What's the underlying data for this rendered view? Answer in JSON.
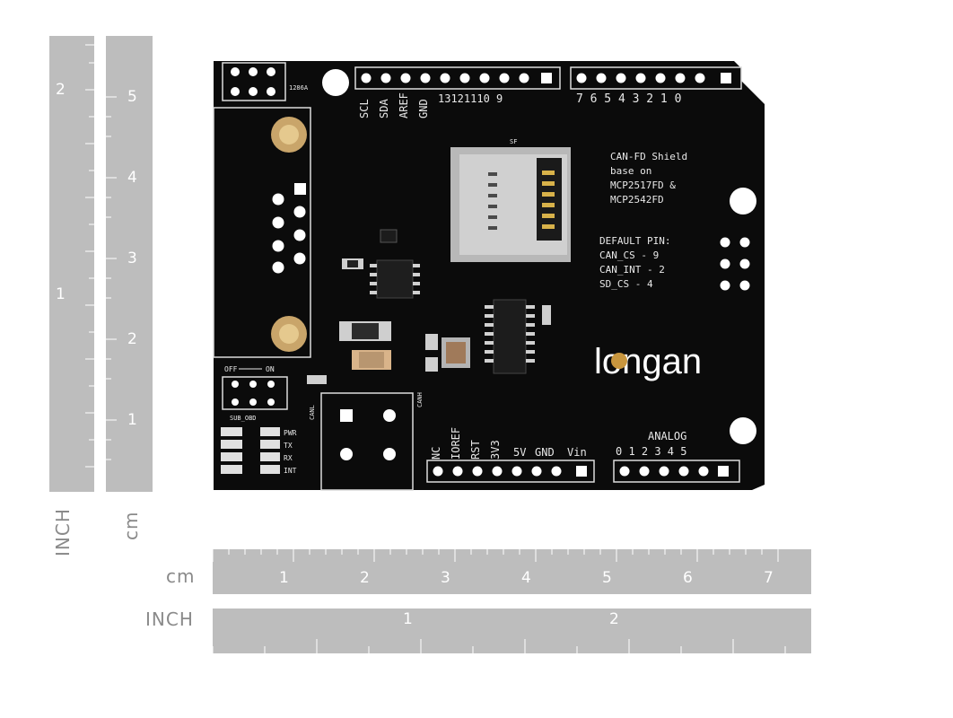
{
  "rulers": {
    "left_inch_label": "INCH",
    "left_cm_label": "cm",
    "left_inch_numbers": [
      "2",
      "1"
    ],
    "left_cm_numbers": [
      "5",
      "4",
      "3",
      "2",
      "1"
    ],
    "bottom_cm_label": "cm",
    "bottom_inch_label": "INCH",
    "bottom_cm_numbers": [
      "1",
      "2",
      "3",
      "4",
      "5",
      "6",
      "7"
    ],
    "bottom_inch_numbers": [
      "1",
      "2"
    ]
  },
  "board": {
    "top_header_labels": [
      "SCL",
      "SDA",
      "AREF",
      "GND"
    ],
    "top_digits_left": "13121110 9",
    "top_digits_right": "7 6 5 4 3 2 1 0",
    "icsp_label": "1286A",
    "sd_label": "SF",
    "title_lines": [
      "CAN-FD Shield",
      "base on",
      "MCP2517FD &",
      "MCP2542FD"
    ],
    "default_pin_lines": [
      "DEFAULT PIN:",
      "CAN_CS  - 9",
      "CAN_INT - 2",
      "SD_CS   - 4"
    ],
    "switch_left": "OFF",
    "switch_right": "ON",
    "switch_caption": "SUB_OBD",
    "led_labels": [
      "PWR",
      "TX",
      "RX",
      "INT"
    ],
    "can_label_left": "CANL",
    "can_label_right": "CANH",
    "power_header_labels": [
      "NC",
      "IOREF",
      "RST",
      "3V3",
      "5V",
      "GND",
      "Vin"
    ],
    "analog_label": "ANALOG",
    "analog_numbers": "0  1  2  3  4  5",
    "logo": "longan"
  }
}
